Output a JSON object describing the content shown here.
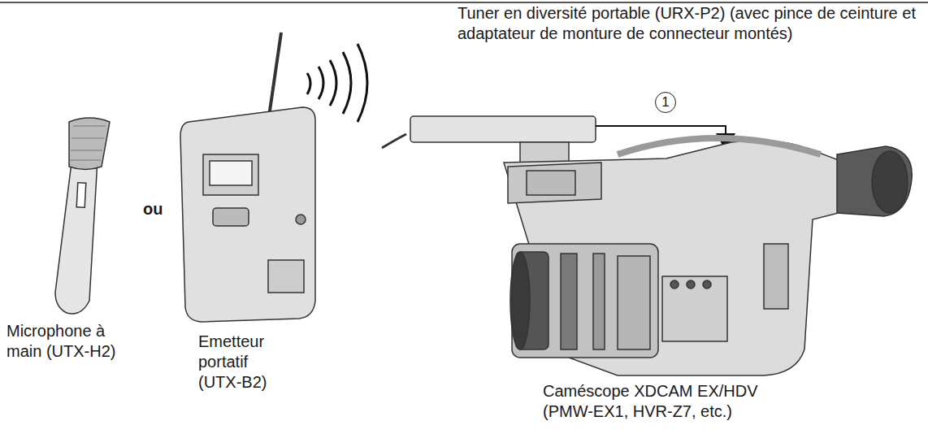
{
  "diagram": {
    "labels": [
      "Tuner en diversité portable (URX-P2) (avec pince de ceinture et adaptateur de monture de connecteur montés)",
      "1",
      "ou",
      "Microphone à main (UTX-H2)",
      "Emetteur portatif (UTX-B2)",
      "Caméscope XDCAM EX/HDV (PMW-EX1, HVR-Z7, etc.)"
    ]
  }
}
